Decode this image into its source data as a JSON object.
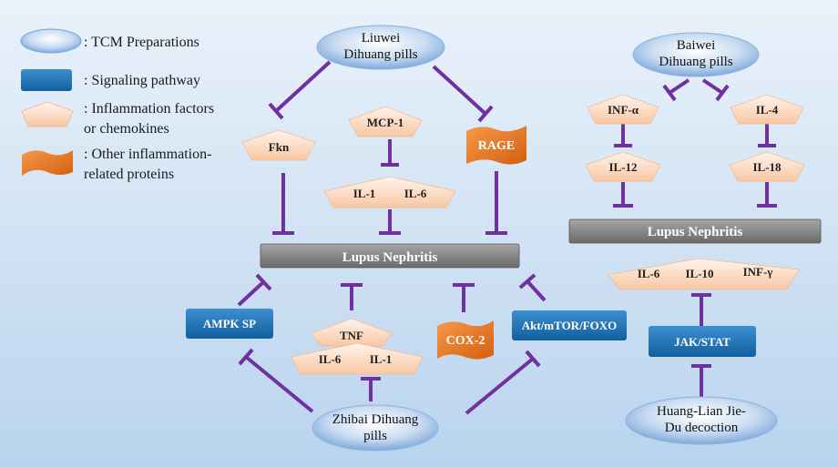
{
  "legend": [
    {
      "shape": "ellipse",
      "lines": [
        ": TCM Preparations"
      ]
    },
    {
      "shape": "rect",
      "lines": [
        ": Signaling pathway"
      ]
    },
    {
      "shape": "pentagon",
      "lines": [
        ": Inflammation factors",
        "or chemokines"
      ]
    },
    {
      "shape": "flag",
      "lines": [
        ": Other inflammation-",
        "related proteins"
      ]
    }
  ],
  "drugs": {
    "liuwei": [
      "Liuwei",
      "Dihuang pills"
    ],
    "baiwei": [
      "Baiwei",
      "Dihuang pills"
    ],
    "zhibai": [
      "Zhibai Dihuang",
      "pills"
    ],
    "huanglian": [
      "Huang-Lian Jie-",
      "Du decoction"
    ]
  },
  "factors": {
    "fkn": "Fkn",
    "mcp1": "MCP-1",
    "il1_top": "IL-1",
    "il6_top": "IL-6",
    "tnf": "TNF",
    "il6_bottom": "IL-6",
    "il1_bottom": "IL-1",
    "inf_alpha": "INF-α",
    "il4": "IL-4",
    "il12": "IL-12",
    "il18": "IL-18",
    "il6_right": "IL-6",
    "il10_right": "IL-10",
    "inf_gamma": "INF-γ"
  },
  "proteins": {
    "rage": "RAGE",
    "cox2": "COX-2"
  },
  "pathways": {
    "ampk": "AMPK SP",
    "akt": "Akt/mTOR/FOXO",
    "jak": "JAK/STAT"
  },
  "disease": {
    "left": "Lupus Nephritis",
    "right": "Lupus Nephritis"
  },
  "colors": {
    "inhibit_line": "#7030a0",
    "pathway": "#1a6fb0",
    "flag": "#e8731f",
    "factor": "#fbd3b8",
    "disease": "#7f7f7f"
  }
}
